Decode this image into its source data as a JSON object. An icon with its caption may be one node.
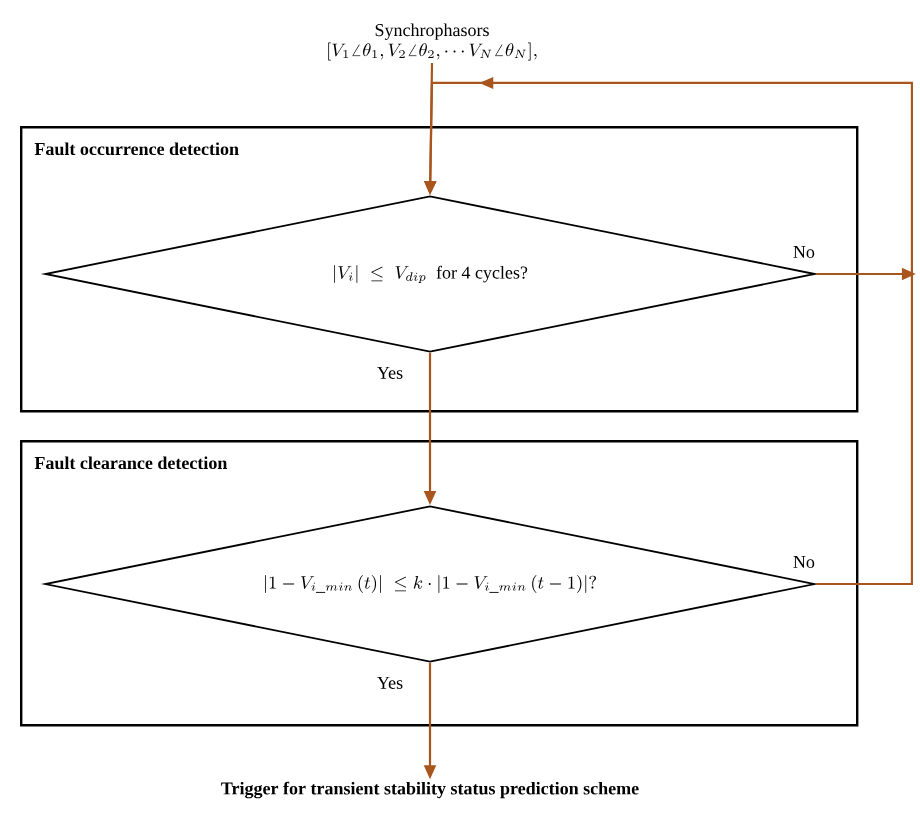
{
  "diagram": {
    "nodes": [
      {
        "text": [
          "Synchrophasors",
          "[V_1\\angle\\theta_1, V_2\\angle\\theta_2, \\cdots V_N\\angle\\theta_N],"
        ]
      },
      {
        "text": [
          "Fault occurrence detection"
        ]
      },
      {
        "text": [
          "|V_i| \\;\\le\\; V_{dip}\\ \\ \\mbox{for 4 cycles?}"
        ],
        "in": 1
      },
      {
        "text": [
          "Fault clearance detection"
        ]
      },
      {
        "text": [
          "\\left|1 - V_{i\\_min}\\,(t)\\right| \\;\\le k\\cdot \\left|1 - V_{i\\_min}\\,(t-1)\\right|?"
        ],
        "in": 3
      },
      {
        "text": [
          "Trigger for transient stability status prediction scheme"
        ]
      }
    ],
    "edges": [
      {
        "from": 0,
        "to": 2,
        "arrow": "to"
      },
      {
        "from": 2,
        "to": 4,
        "label": "Yes",
        "arrow": "to"
      },
      {
        "from": 2,
        "to": null,
        "label": "No",
        "arrow": "to"
      },
      {
        "from": 4,
        "to": 2,
        "label": "No",
        "arrow": "to"
      },
      {
        "from": 4,
        "to": 5,
        "label": "Yes",
        "arrow": "to"
      }
    ]
  }
}
